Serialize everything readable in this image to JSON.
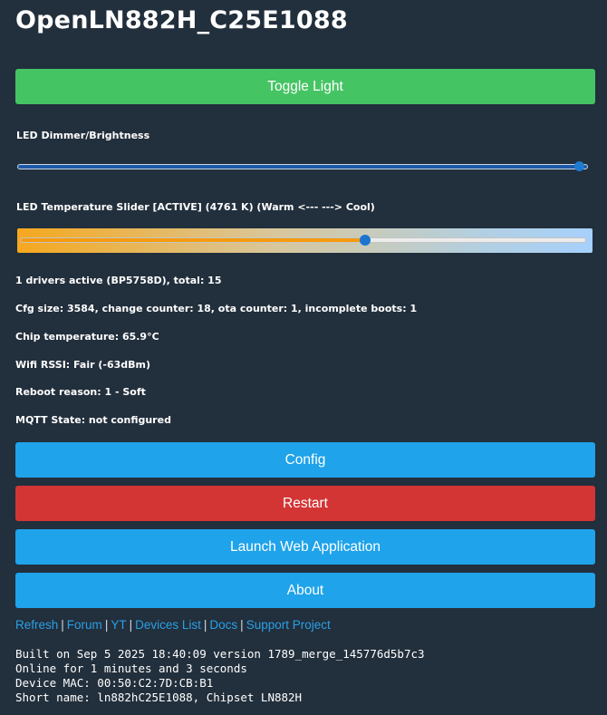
{
  "title": "OpenLN882H_C25E1088",
  "toggle_button": "Toggle Light",
  "dimmer": {
    "label": "LED Dimmer/Brightness",
    "value_fraction": 0.995
  },
  "temperature": {
    "label": "LED Temperature Slider [ACTIVE] (4761 K) (Warm <--- ---> Cool)",
    "value_fraction": 0.61
  },
  "stats": [
    "1 drivers active (BP5758D), total: 15",
    "Cfg size: 3584, change counter: 18, ota counter: 1, incomplete boots: 1",
    "Chip temperature: 65.9°C",
    "Wifi RSSI: Fair (-63dBm)",
    "Reboot reason: 1 - Soft",
    "MQTT State: not configured"
  ],
  "buttons": {
    "config": "Config",
    "restart": "Restart",
    "launch": "Launch Web Application",
    "about": "About"
  },
  "links": [
    "Refresh",
    "Forum",
    "YT",
    "Devices List",
    "Docs",
    "Support Project"
  ],
  "link_separator": "|",
  "footer": [
    "Built on Sep 5 2025 18:40:09 version 1789_merge_145776d5b7c3",
    "Online for 1 minutes and 3 seconds",
    "Device MAC: 00:50:C2:7D:CB:B1",
    "Short name: ln882hC25E1088, Chipset LN882H"
  ],
  "colors": {
    "background": "#222f3c",
    "green_button": "#45c463",
    "blue_button": "#1fa3ea",
    "red_button": "#d33535",
    "link": "#2aa0e6"
  }
}
